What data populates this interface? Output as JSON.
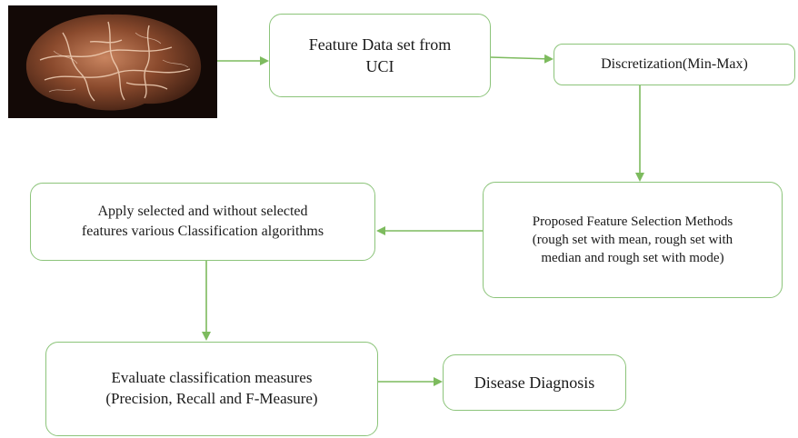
{
  "nodes": {
    "data_source": "Feature Data set from\nUCI",
    "discretization": "Discretization(Min-Max)",
    "feature_selection": "Proposed Feature Selection Methods\n(rough set with mean, rough set with\nmedian and rough set with mode)",
    "apply_classification": "Apply selected and without selected\nfeatures various Classification algorithms",
    "evaluate": "Evaluate classification measures\n(Precision,  Recall and F-Measure)",
    "diagnosis": "Disease Diagnosis"
  },
  "colors": {
    "border": "#8cc47a",
    "arrow": "#7dbb5e"
  },
  "icons": {
    "brain_image": "brain-image"
  }
}
